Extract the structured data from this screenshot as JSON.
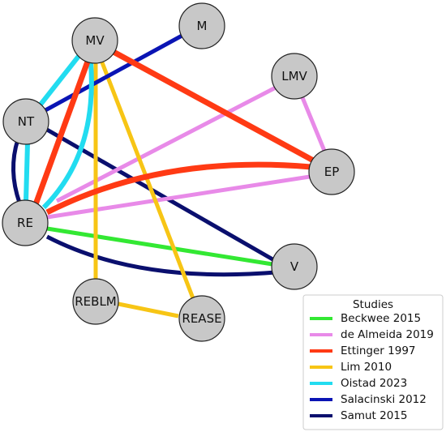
{
  "legend": {
    "title": "Studies",
    "items": [
      {
        "label": "Beckwee 2015",
        "color": "#33e833"
      },
      {
        "label": "de Almeida 2019",
        "color": "#e88ae8"
      },
      {
        "label": "Ettinger 1997",
        "color": "#ff3a14"
      },
      {
        "label": "Lim 2010",
        "color": "#f7c515"
      },
      {
        "label": "Oistad 2023",
        "color": "#22dcf0"
      },
      {
        "label": "Salacinski 2012",
        "color": "#0a14b4"
      },
      {
        "label": "Samut 2015",
        "color": "#0a0f6e"
      }
    ]
  },
  "nodes": [
    {
      "id": "MV",
      "label": "MV"
    },
    {
      "id": "M",
      "label": "M"
    },
    {
      "id": "LMV",
      "label": "LMV"
    },
    {
      "id": "NT",
      "label": "NT"
    },
    {
      "id": "EP",
      "label": "EP"
    },
    {
      "id": "RE",
      "label": "RE"
    },
    {
      "id": "V",
      "label": "V"
    },
    {
      "id": "REBLM",
      "label": "REBLM"
    },
    {
      "id": "REASE",
      "label": "REASE"
    }
  ],
  "edges": [
    {
      "source": "RE",
      "target": "V",
      "study": "Beckwee 2015"
    },
    {
      "source": "RE",
      "target": "LMV",
      "study": "de Almeida 2019"
    },
    {
      "source": "RE",
      "target": "EP",
      "study": "de Almeida 2019"
    },
    {
      "source": "LMV",
      "target": "EP",
      "study": "de Almeida 2019"
    },
    {
      "source": "MV",
      "target": "RE",
      "study": "Ettinger 1997"
    },
    {
      "source": "MV",
      "target": "EP",
      "study": "Ettinger 1997"
    },
    {
      "source": "RE",
      "target": "EP",
      "study": "Ettinger 1997"
    },
    {
      "source": "MV",
      "target": "REBLM",
      "study": "Lim 2010"
    },
    {
      "source": "MV",
      "target": "REASE",
      "study": "Lim 2010"
    },
    {
      "source": "REBLM",
      "target": "REASE",
      "study": "Lim 2010"
    },
    {
      "source": "MV",
      "target": "NT",
      "study": "Oistad 2023"
    },
    {
      "source": "NT",
      "target": "RE",
      "study": "Oistad 2023"
    },
    {
      "source": "MV",
      "target": "RE",
      "study": "Oistad 2023"
    },
    {
      "source": "NT",
      "target": "M",
      "study": "Salacinski 2012"
    },
    {
      "source": "NT",
      "target": "RE",
      "study": "Samut 2015"
    },
    {
      "source": "NT",
      "target": "V",
      "study": "Samut 2015"
    },
    {
      "source": "RE",
      "target": "V",
      "study": "Samut 2015"
    }
  ]
}
